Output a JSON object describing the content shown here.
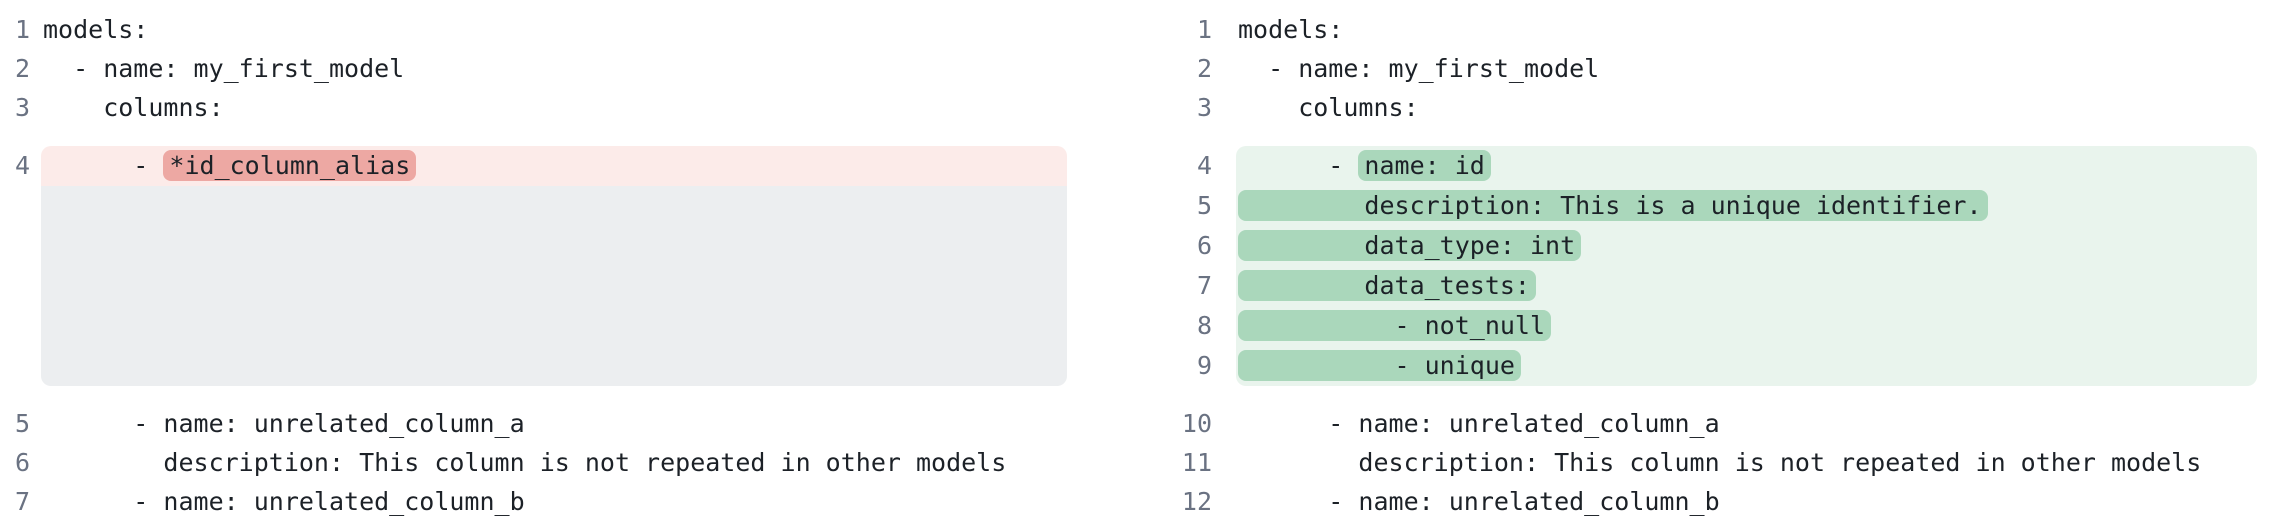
{
  "meta": {
    "description": "Side-by-side YAML diff of a dbt model schema file",
    "language": "yaml"
  },
  "colors": {
    "background": "#ffffff",
    "code_text": "#1c2127",
    "gutter_text": "#6a7282",
    "removed_line_bg": "#fcebe9",
    "removed_token_bg": "#eda8a3",
    "collapsed_block_bg": "#eceef0",
    "added_line_bg": "#e9f4ed",
    "added_token_bg": "#aad7bb"
  },
  "left_pane": {
    "lines_top": [
      {
        "num": "1",
        "text": "models:"
      },
      {
        "num": "2",
        "text": "  - name: my_first_model"
      },
      {
        "num": "3",
        "text": "    columns:"
      }
    ],
    "removed_line": {
      "num": "4",
      "prefix": "      - ",
      "token": "*id_column_alias"
    },
    "lines_bottom": [
      {
        "num": "5",
        "text": "      - name: unrelated_column_a"
      },
      {
        "num": "6",
        "text": "        description: This column is not repeated in other models"
      },
      {
        "num": "7",
        "text": "      - name: unrelated_column_b"
      }
    ]
  },
  "right_pane": {
    "lines_top": [
      {
        "num": "1",
        "text": "models:"
      },
      {
        "num": "2",
        "text": "  - name: my_first_model"
      },
      {
        "num": "3",
        "text": "    columns:"
      }
    ],
    "added_lines": [
      {
        "num": "4",
        "prefix": "      - ",
        "token": "name: id"
      },
      {
        "num": "5",
        "prefix": "",
        "token": "        description: This is a unique identifier."
      },
      {
        "num": "6",
        "prefix": "",
        "token": "        data_type: int"
      },
      {
        "num": "7",
        "prefix": "",
        "token": "        data_tests:"
      },
      {
        "num": "8",
        "prefix": "",
        "token": "          - not_null"
      },
      {
        "num": "9",
        "prefix": "",
        "token": "          - unique"
      }
    ],
    "lines_bottom": [
      {
        "num": "10",
        "text": "      - name: unrelated_column_a"
      },
      {
        "num": "11",
        "text": "        description: This column is not repeated in other models"
      },
      {
        "num": "12",
        "text": "      - name: unrelated_column_b"
      }
    ]
  }
}
